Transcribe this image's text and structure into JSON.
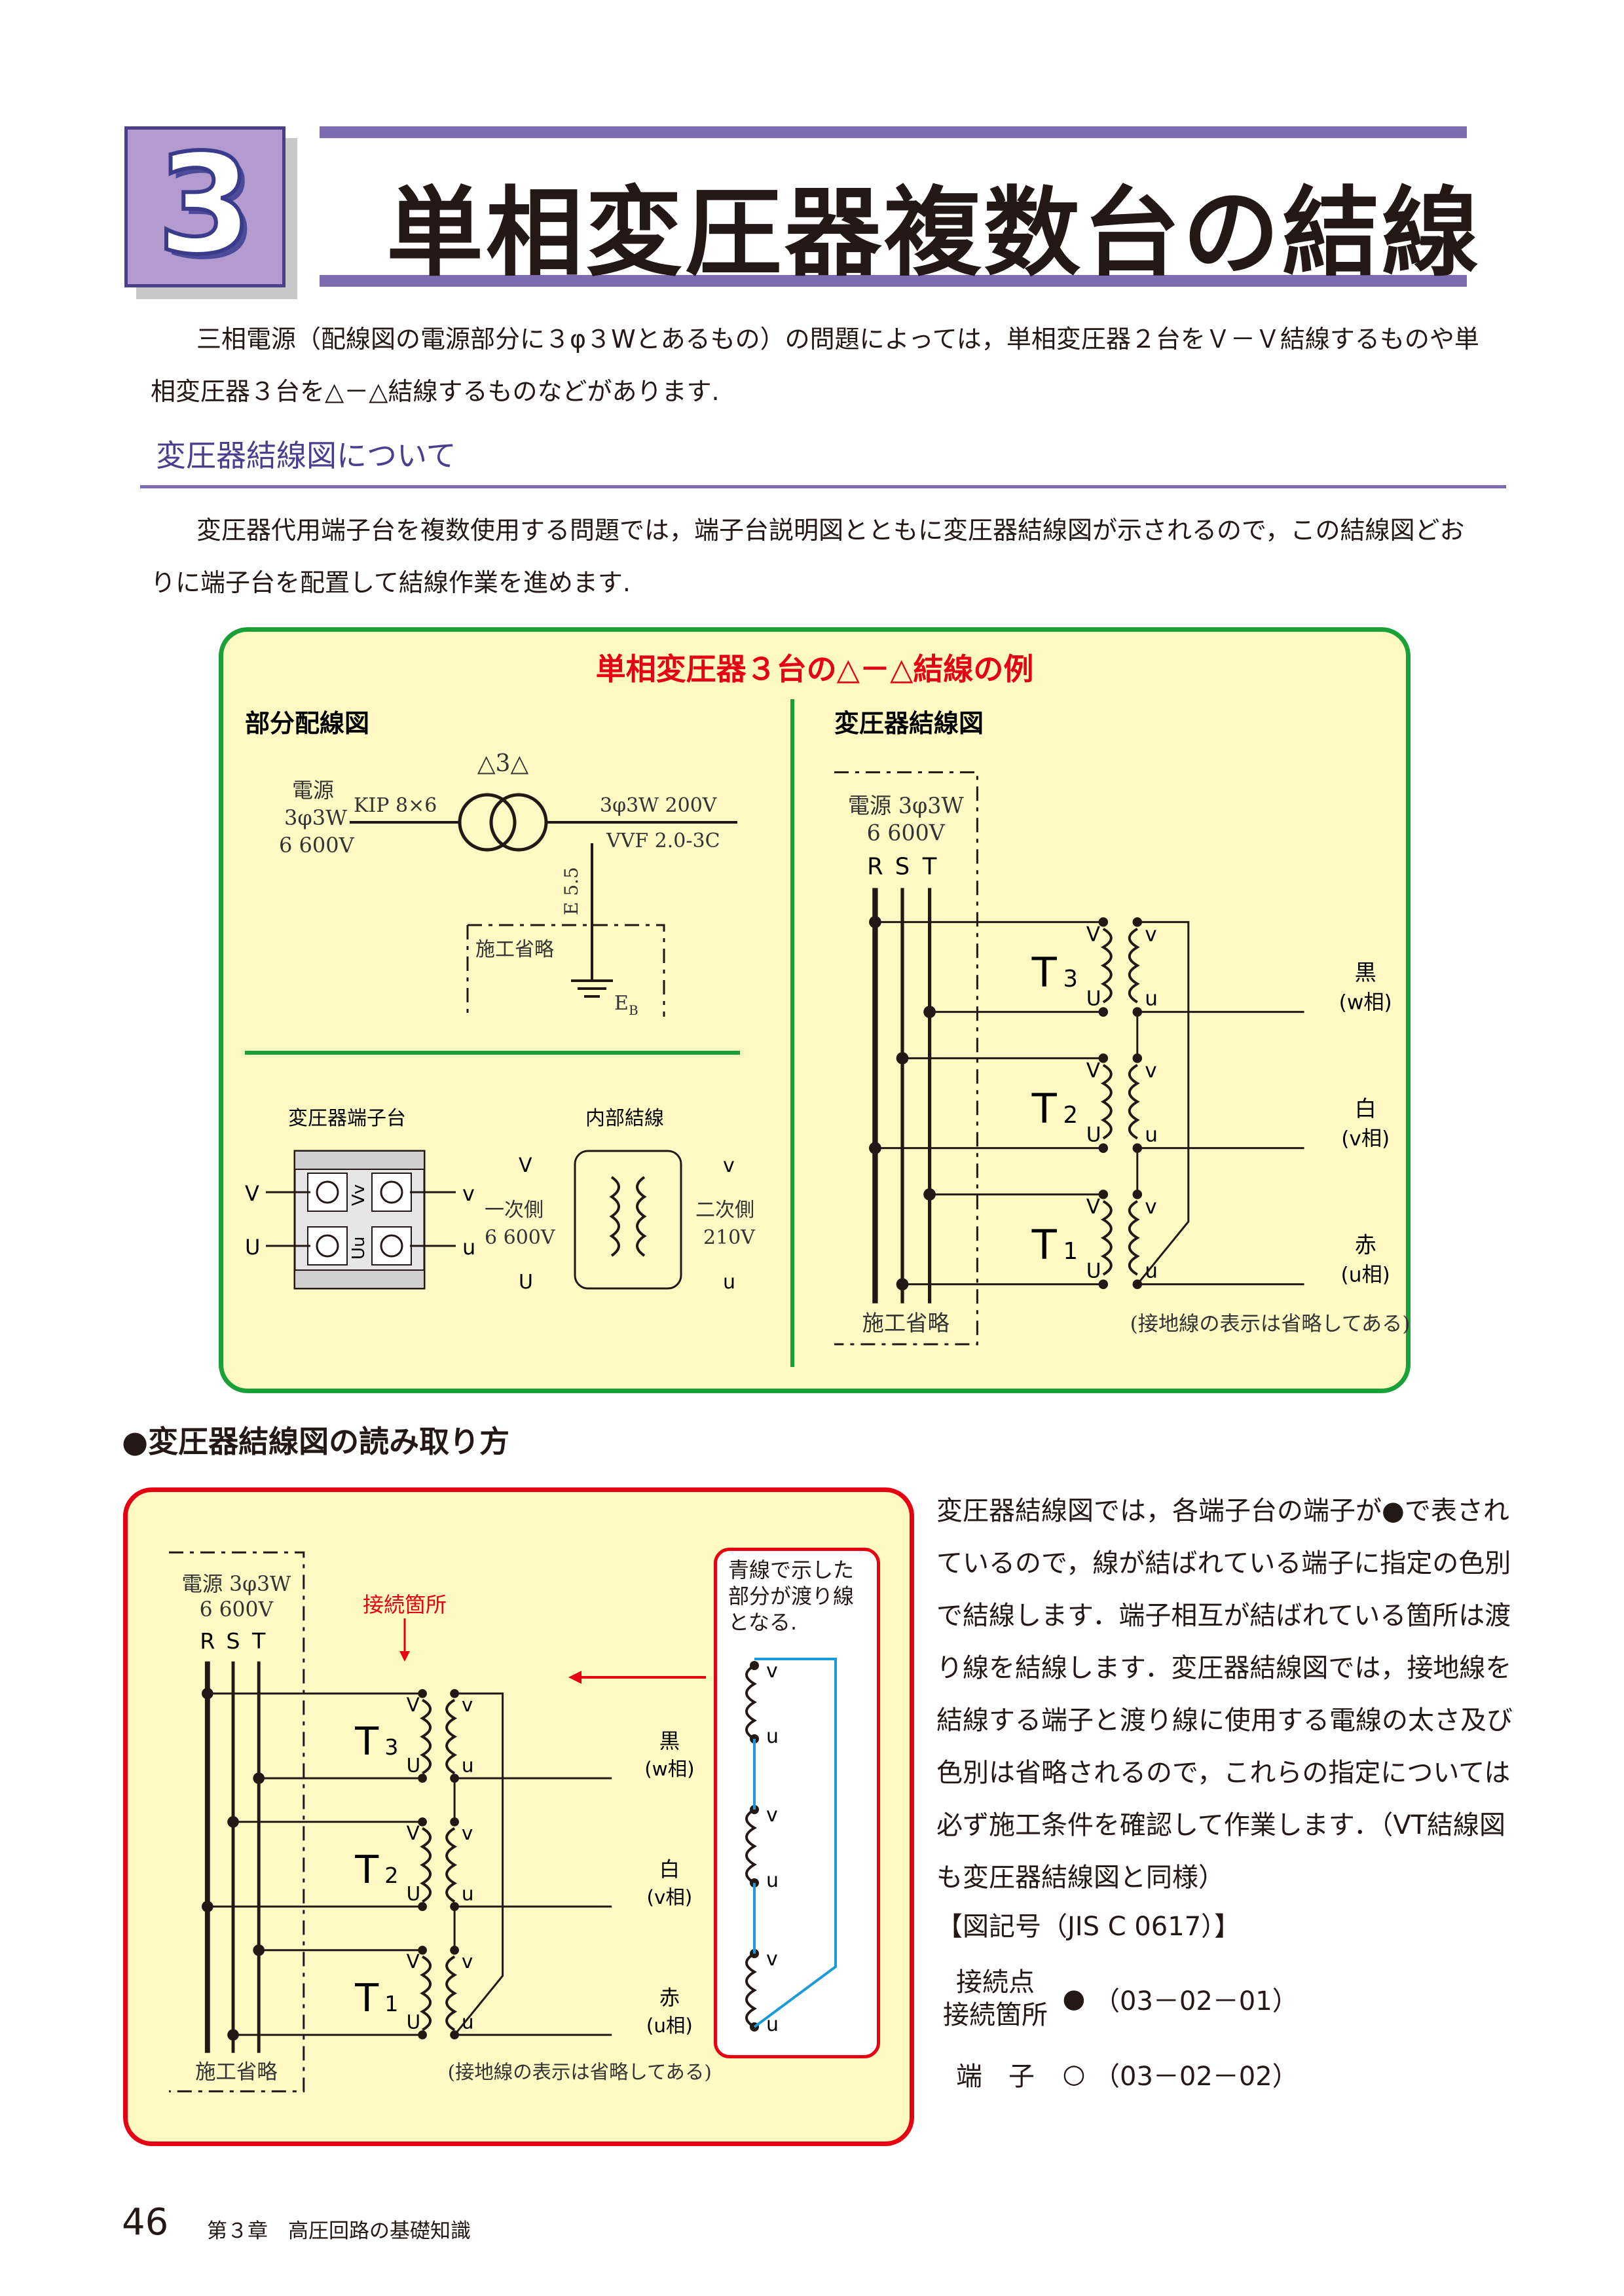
{
  "header": {
    "chapter_number": "3",
    "title": "単相変圧器複数台の結線"
  },
  "intro": "三相電源（配線図の電源部分に３φ３Wとあるもの）の問題によっては，単相変圧器２台をＶ－Ｖ結線するものや単相変圧器３台を△－△結線するものなどがあります.",
  "section": {
    "heading": "変圧器結線図について",
    "body": "変圧器代用端子台を複数使用する問題では，端子台説明図とともに変圧器結線図が示されるので，この結線図どおりに端子台を配置して結線作業を進めます."
  },
  "example": {
    "title": "単相変圧器３台の△－△結線の例",
    "partial": {
      "heading": "部分配線図",
      "source": [
        "電源",
        "3φ3W",
        "6 600V"
      ],
      "cable": "KIP 8×6",
      "transformer_label": "△3△",
      "secondary": "3φ3W 200V",
      "vvf": "VVF 2.0-3C",
      "earth_cable": "E 5.5",
      "omitted": "施工省略",
      "earth": "E",
      "earth_sub": "B"
    },
    "terminal": {
      "heading": "変圧器端子台",
      "labels": [
        "V",
        "U",
        "v",
        "u"
      ],
      "inner": [
        "Vv",
        "Uu"
      ]
    },
    "internal": {
      "heading": "内部結線",
      "primary": [
        "一次側",
        "6 600V"
      ],
      "secondary": [
        "二次側",
        "210V"
      ],
      "V": "V",
      "U": "U",
      "v": "v",
      "u": "u"
    },
    "wiring": {
      "heading": "変圧器結線図",
      "source": [
        "電源 3φ3W",
        "6 600V"
      ],
      "rst": [
        "R",
        "S",
        "T"
      ],
      "transformers": [
        "T",
        "T",
        "T"
      ],
      "subs": [
        "3",
        "2",
        "1"
      ],
      "phases": [
        {
          "color": "黒",
          "phase": "(w相)"
        },
        {
          "color": "白",
          "phase": "(v相)"
        },
        {
          "color": "赤",
          "phase": "(u相)"
        }
      ],
      "omitted": "施工省略",
      "note": "(接地線の表示は省略してある)"
    }
  },
  "reading": {
    "heading": "●変圧器結線図の読み取り方",
    "connection_label": "接続箇所",
    "blue_note": "青線で示した部分が渡り線となる.",
    "explanation": "変圧器結線図では，各端子台の端子が●で表されているので，線が結ばれている端子に指定の色別で結線します．端子相互が結ばれている箇所は渡り線を結線します．変圧器結線図では，接地線を結線する端子と渡り線に使用する電線の太さ及び色別は省略されるので，これらの指定については必ず施工条件を確認して作業します．（VT結線図も変圧器結線図と同様）",
    "symbols_heading": "【図記号（JIS C 0617）】",
    "symbols": [
      {
        "name1": "接続点",
        "name2": "接続箇所",
        "mark": "●",
        "code": "（03－02－01）"
      },
      {
        "name1": "端　子",
        "name2": "",
        "mark": "○",
        "code": "（03－02－02）"
      }
    ]
  },
  "footer": {
    "page": "46",
    "running_head": "第３章　高圧回路の基礎知識"
  },
  "colors": {
    "accent": "#7d6db0",
    "green": "#18a039",
    "red": "#e60012",
    "panel": "#fff9c4",
    "blue_wire": "#1a9ad6"
  }
}
